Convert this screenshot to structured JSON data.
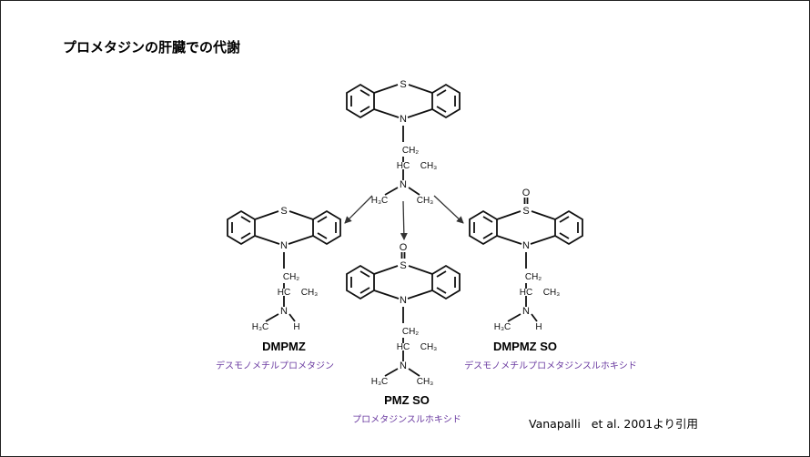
{
  "title": "プロメタジンの肝臓での代謝",
  "atoms": {
    "sulfur": "S",
    "oxygen": "O",
    "nitrogen": "N",
    "hydrogen": "H",
    "ch2": "CH₂",
    "hc": "HC",
    "ch3": "CH₃",
    "h3c": "H₃C"
  },
  "compounds": [
    {
      "name": "",
      "japanese": ""
    },
    {
      "name": "DMPMZ",
      "japanese": "デスモノメチルプロメタジン"
    },
    {
      "name": "PMZ SO",
      "japanese": "プロメタジンスルホキシド"
    },
    {
      "name": "DMPMZ SO",
      "japanese": "デスモノメチルプロメタジンスルホキシド"
    }
  ],
  "citation": "Vanapalli   et al. 2001より引用"
}
